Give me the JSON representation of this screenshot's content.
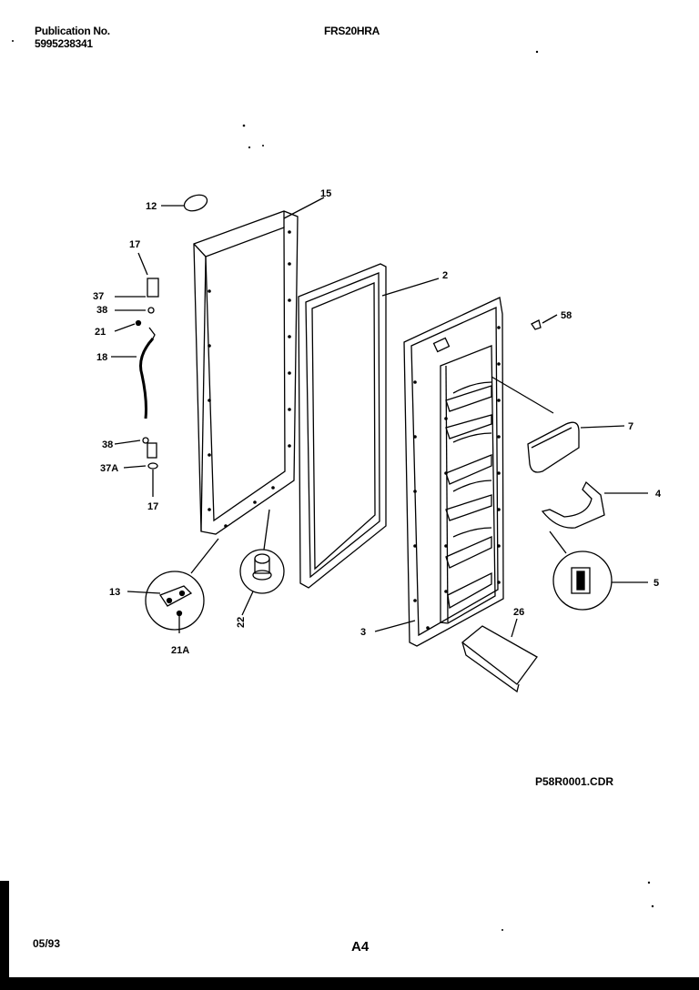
{
  "header": {
    "publication_label": "Publication No.",
    "publication_number": "5995238341",
    "model": "FRS20HRA"
  },
  "footer": {
    "date": "05/93",
    "page_id": "A4",
    "drawing_ref": "P58R0001.CDR"
  },
  "callouts": [
    {
      "id": "12",
      "label": "12"
    },
    {
      "id": "15",
      "label": "15"
    },
    {
      "id": "17a",
      "label": "17"
    },
    {
      "id": "37",
      "label": "37"
    },
    {
      "id": "38a",
      "label": "38"
    },
    {
      "id": "21",
      "label": "21"
    },
    {
      "id": "18",
      "label": "18"
    },
    {
      "id": "38b",
      "label": "38"
    },
    {
      "id": "37A",
      "label": "37A"
    },
    {
      "id": "17b",
      "label": "17"
    },
    {
      "id": "2",
      "label": "2"
    },
    {
      "id": "58",
      "label": "58"
    },
    {
      "id": "7",
      "label": "7"
    },
    {
      "id": "4",
      "label": "4"
    },
    {
      "id": "5",
      "label": "5"
    },
    {
      "id": "13",
      "label": "13"
    },
    {
      "id": "22",
      "label": "22"
    },
    {
      "id": "21A",
      "label": "21A"
    },
    {
      "id": "3",
      "label": "3"
    },
    {
      "id": "26",
      "label": "26"
    }
  ]
}
